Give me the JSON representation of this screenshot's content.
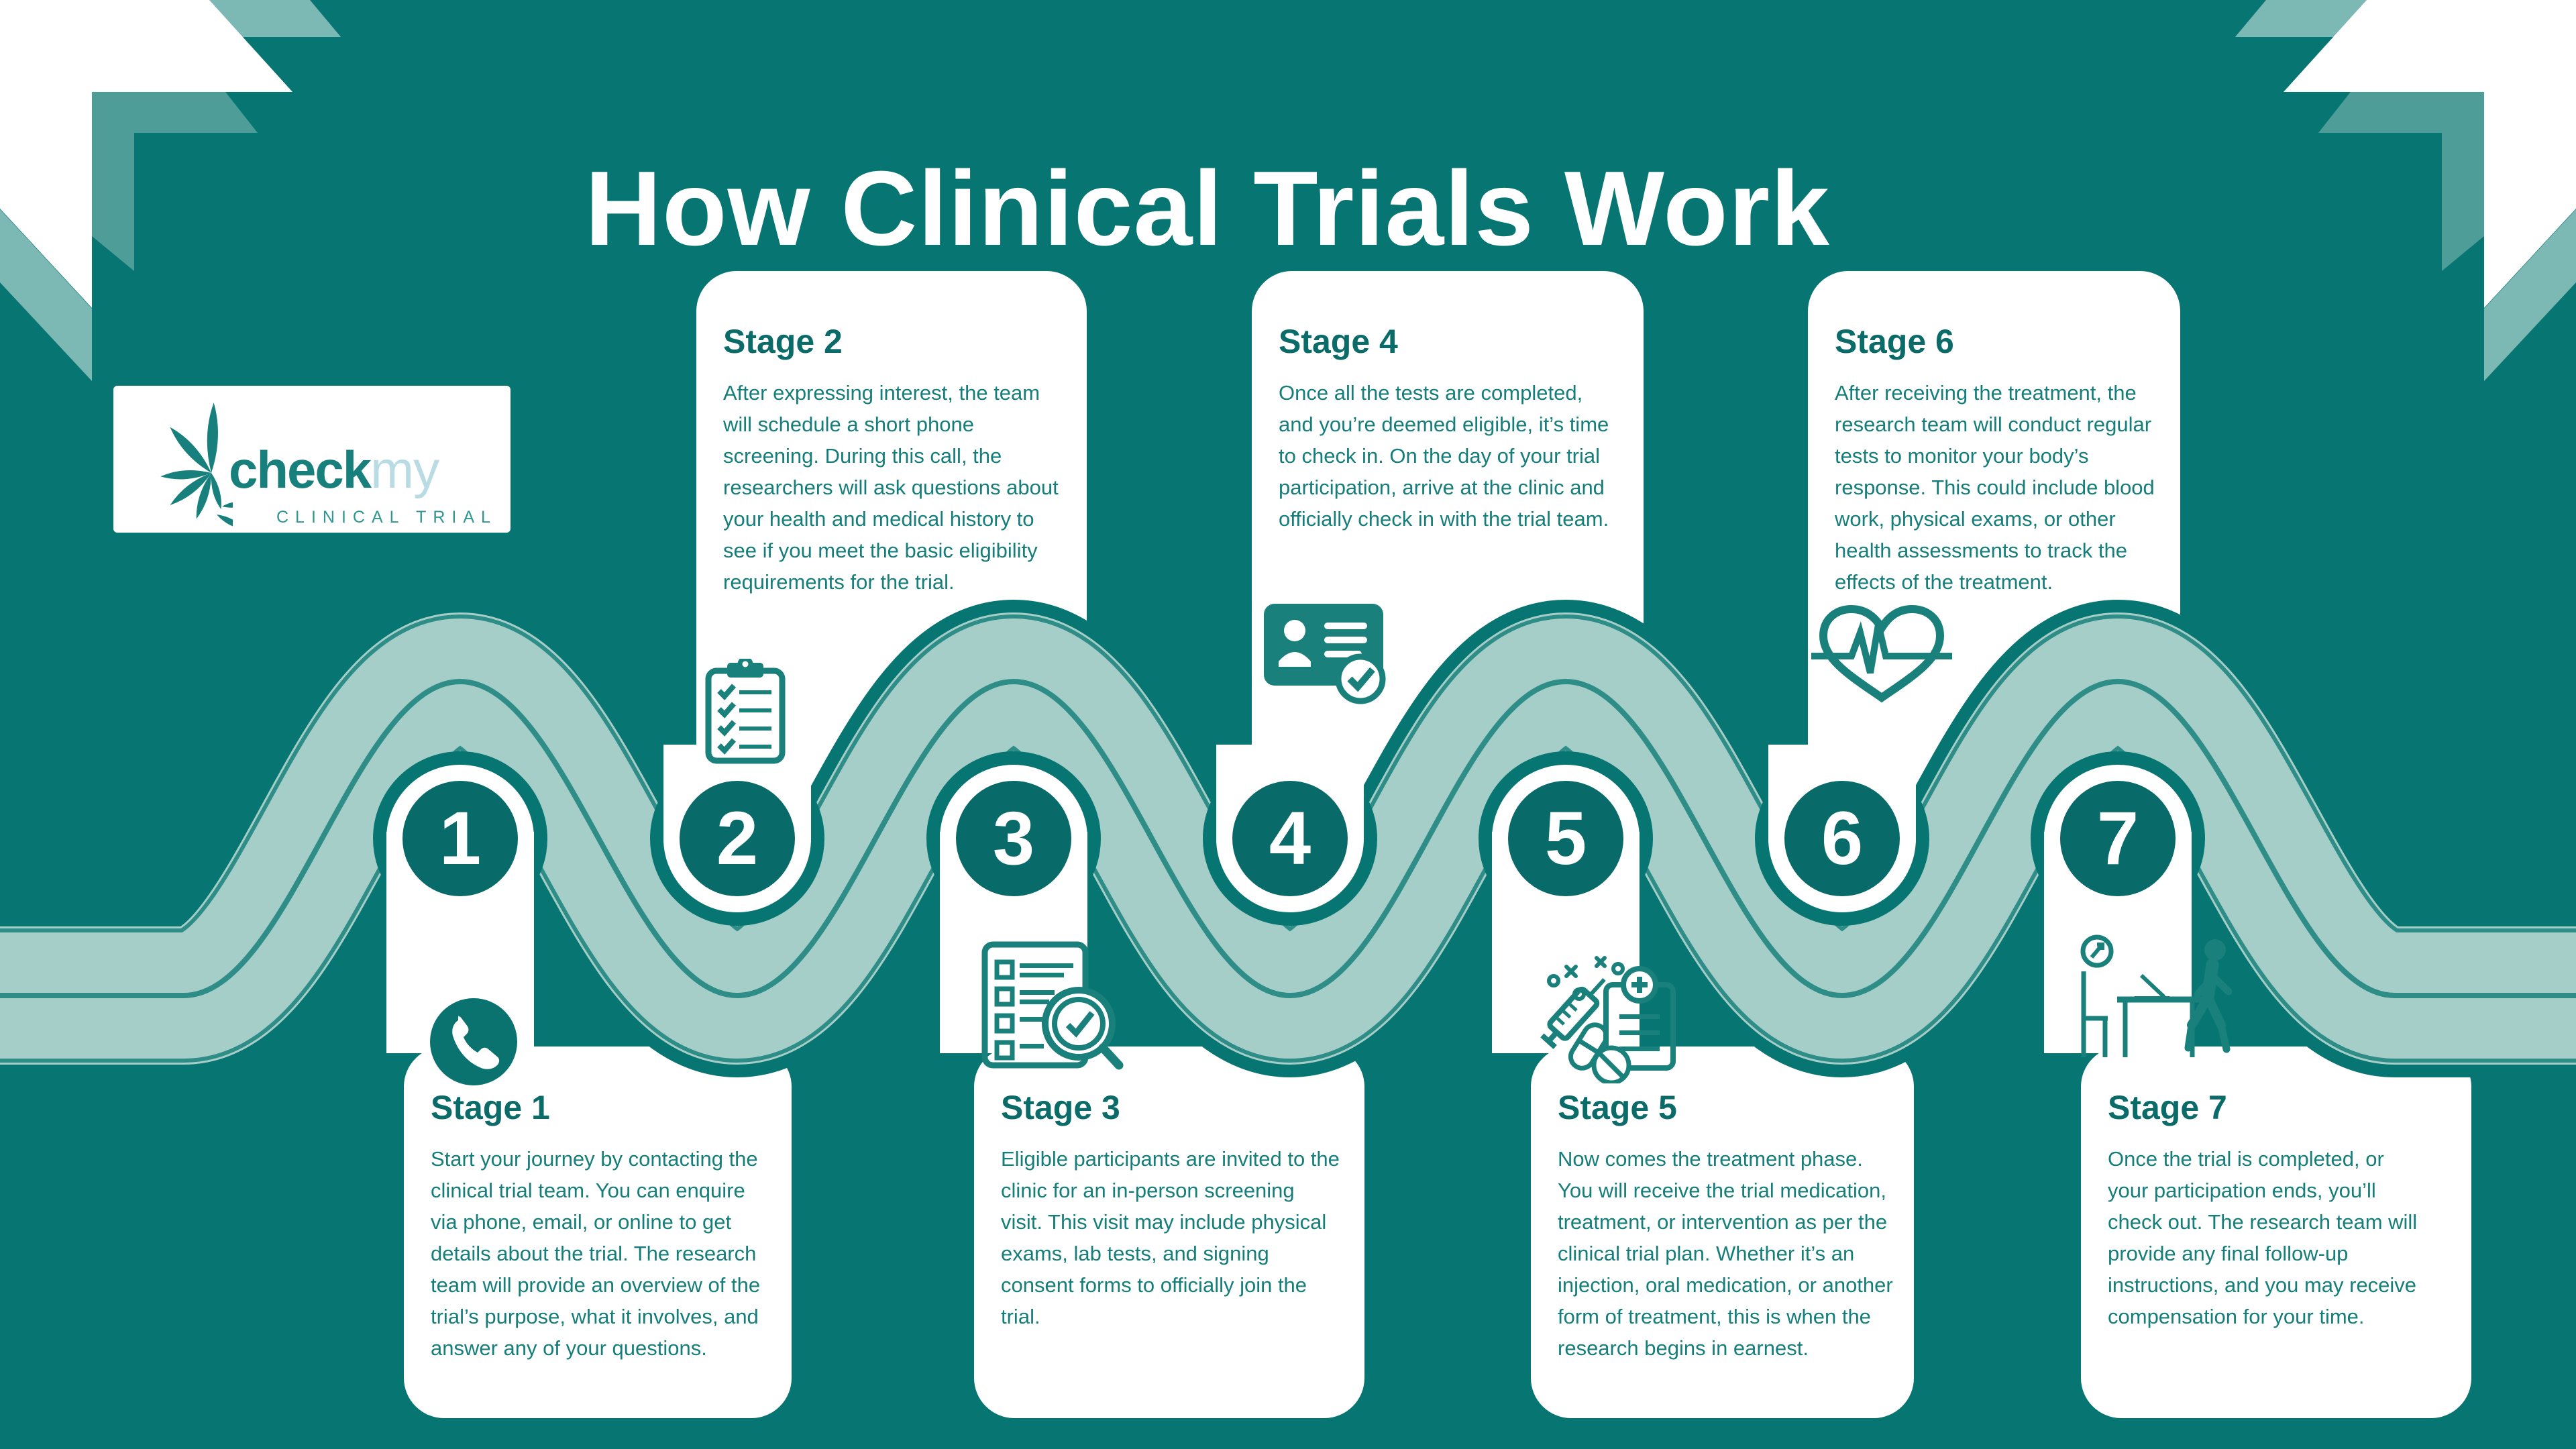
{
  "title": "How Clinical Trials Work",
  "logo": {
    "word1": "check",
    "word2": "my",
    "tagline": "CLINICAL TRIAL",
    "leaf_icon": "leaf-burst-icon"
  },
  "colors": {
    "background": "#077571",
    "band": "#a6cec9",
    "band_line": "#2f8d87",
    "card": "#ffffff",
    "circle_fill": "#086a69",
    "heading": "#0a6b69",
    "body_text": "#157e7a",
    "icon_stroke": "#1a807b",
    "deco_light": "#7db9b4",
    "deco_mid": "#4e9d99",
    "logo_my": "#b9dce4"
  },
  "stages": [
    {
      "number": "1",
      "title": "Stage 1",
      "icon": "phone-icon",
      "body": "Start your journey by contacting the clinical trial team. You can enquire via phone, email, or online to get details about the trial. The research team will provide an overview of the trial’s purpose, what it involves, and answer any of your questions."
    },
    {
      "number": "2",
      "title": "Stage 2",
      "icon": "checklist-clipboard-icon",
      "body": "After expressing interest, the team will schedule a short phone screening. During this call, the researchers will ask questions about your health and medical history to see if you meet the basic eligibility requirements for the trial."
    },
    {
      "number": "3",
      "title": "Stage 3",
      "icon": "screening-documents-icon",
      "body": "Eligible participants are invited to the clinic for an in-person screening visit. This visit may include physical exams, lab tests, and signing consent forms to officially join the trial."
    },
    {
      "number": "4",
      "title": "Stage 4",
      "icon": "id-badge-check-icon",
      "body": "Once all the tests are completed, and you’re deemed eligible, it’s time to check in. On the day of your trial participation, arrive at the clinic and officially check in with the trial team."
    },
    {
      "number": "5",
      "title": "Stage 5",
      "icon": "treatment-medication-icon",
      "body": "Now comes the treatment phase. You will receive the trial medication, treatment, or intervention as per the clinical trial plan. Whether it’s an injection, oral medication, or another form of treatment, this is when the research begins in earnest."
    },
    {
      "number": "6",
      "title": "Stage 6",
      "icon": "heart-ecg-icon",
      "body": "After receiving the treatment, the research team will conduct regular tests to monitor your body’s response. This could include blood work, physical exams, or other health assessments to track the effects of the treatment."
    },
    {
      "number": "7",
      "title": "Stage 7",
      "icon": "checkout-walking-icon",
      "body": "Once the trial is completed, or your participation ends, you’ll check out. The research team will provide any final follow-up instructions, and you may receive compensation for your time."
    }
  ]
}
